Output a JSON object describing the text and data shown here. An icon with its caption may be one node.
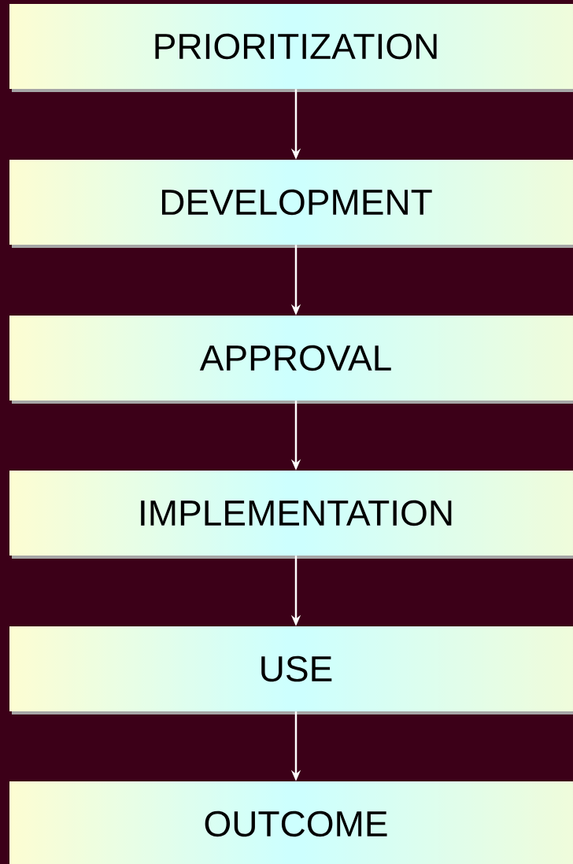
{
  "diagram": {
    "nodes": [
      {
        "text": [
          "PRIORITIZATION"
        ]
      },
      {
        "text": [
          "DEVELOPMENT"
        ]
      },
      {
        "text": [
          "APPROVAL"
        ]
      },
      {
        "text": [
          "IMPLEMENTATION"
        ]
      },
      {
        "text": [
          "USE"
        ]
      },
      {
        "text": [
          "OUTCOME"
        ]
      }
    ],
    "edges": [
      {
        "from": 0,
        "to": 1,
        "arrow": "to"
      },
      {
        "from": 1,
        "to": 2,
        "arrow": "to"
      },
      {
        "from": 2,
        "to": 3,
        "arrow": "to"
      },
      {
        "from": 3,
        "to": 4,
        "arrow": "to"
      },
      {
        "from": 4,
        "to": 5,
        "arrow": "to"
      }
    ]
  }
}
